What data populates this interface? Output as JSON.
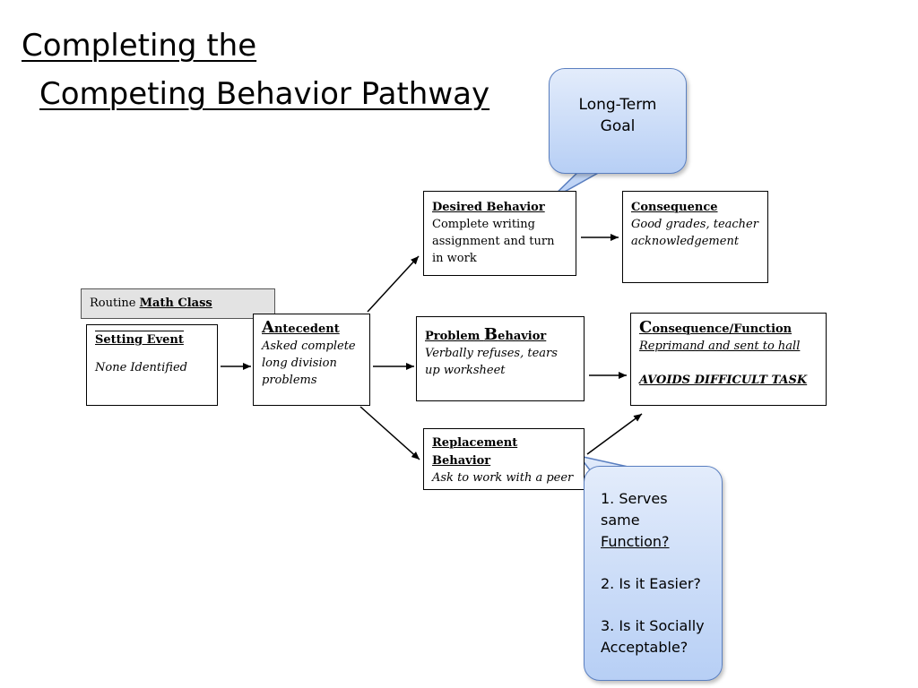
{
  "title": {
    "line1": "Completing the",
    "line2": "Competing Behavior Pathway"
  },
  "long_term_goal": {
    "text_line1": "Long-Term",
    "text_line2": "Goal"
  },
  "routine": {
    "label": "Routine ",
    "value": " Math Class"
  },
  "setting_event": {
    "heading": "Setting Event",
    "text": "None Identified"
  },
  "antecedent": {
    "first_letter": "A",
    "heading_rest": "ntecedent",
    "text": "Asked complete long division problems"
  },
  "desired_behavior": {
    "heading": "Desired Behavior",
    "text": "Complete writing assignment and turn in work"
  },
  "desired_consequence": {
    "heading": "Consequence",
    "text": "Good grades, teacher acknowledgement"
  },
  "problem_behavior": {
    "heading_part1": "Problem ",
    "heading_letter": "B",
    "heading_part2": "ehavior",
    "text": "Verbally refuses, tears up worksheet"
  },
  "consequence_function": {
    "first_letter": "C",
    "heading_rest": "onsequence/Function",
    "consequence": "Reprimand and sent to hall",
    "function": "AVOIDS DIFFICULT TASK"
  },
  "replacement_behavior": {
    "heading_line1": "Replacement",
    "heading_line2": "Behavior",
    "text": "Ask to work with a peer"
  },
  "checklist": {
    "item1_line1": "1. Serves",
    "item1_line2": "same",
    "item1_line3": "Function?",
    "item2": "2. Is it Easier?",
    "item3_line1": "3. Is it Socially",
    "item3_line2": "Acceptable?"
  },
  "colors": {
    "bubble_border": "#5a7fc0",
    "bubble_fill_top": "#e3ecfb",
    "bubble_fill_bottom": "#b7cff5",
    "routine_fill": "#e3e3e3"
  }
}
